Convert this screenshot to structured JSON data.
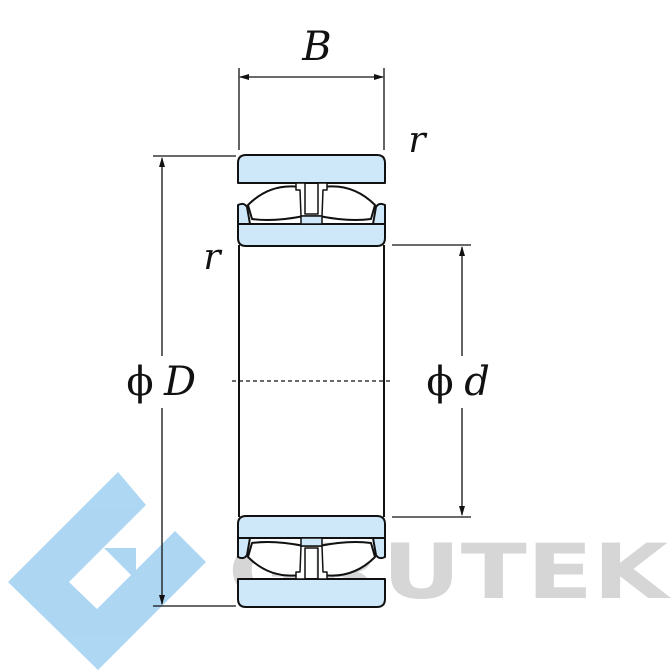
{
  "diagram": {
    "labels": {
      "width": "B",
      "radius_top": "r",
      "radius_side": "r",
      "outer_diameter_symbol": "ϕ",
      "outer_diameter": "D",
      "inner_diameter_symbol": "ϕ",
      "inner_diameter": "d"
    }
  },
  "watermark": {
    "brand": "GRUTEK"
  },
  "colors": {
    "ring_fill": "#cfe8f9",
    "line": "#111111",
    "watermark_icon": "#9fd0f1",
    "watermark_text": "#cfcfcf"
  }
}
